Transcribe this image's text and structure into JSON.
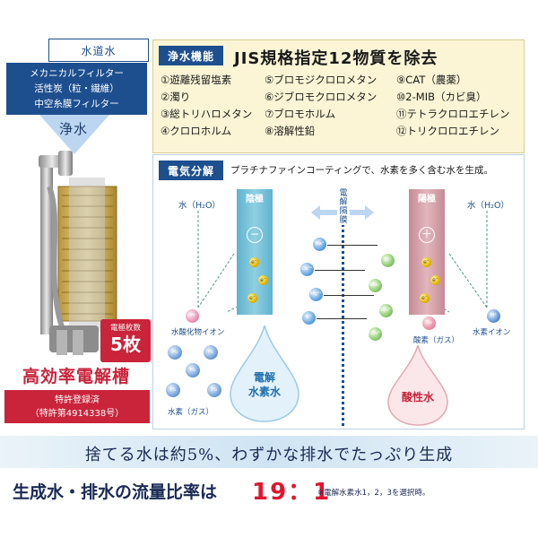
{
  "left": {
    "source_label": "水道水",
    "filters": [
      "メカニカルフィルター",
      "活性炭（粒・繊維）",
      "中空糸膜フィルター"
    ],
    "purified_label": "浄水",
    "electrode_count_label": "電極枚数",
    "electrode_count_value": "5枚",
    "cell_title": "高効率電解槽",
    "patent_line1": "特許登録済",
    "patent_line2": "（特許第4914338号）"
  },
  "jis": {
    "badge": "浄水機能",
    "title": "JIS規格指定12物質を除去",
    "items": [
      "①遊離残留塩素",
      "⑤ブロモジクロロメタン",
      "⑨CAT（農薬）",
      "②濁り",
      "⑥ジブロモクロロメタン",
      "⑩2-MIB（カビ臭）",
      "③総トリハロメタン",
      "⑦ブロモホルム",
      "⑪テトラクロロエチレン",
      "④クロロホルム",
      "⑧溶解性鉛",
      "⑫トリクロロエチレン"
    ]
  },
  "electrolysis": {
    "badge": "電気分解",
    "description": "プラチナファインコーティングで、水素を多く含む水を生成。",
    "water_left": "水（H₂O）",
    "water_right": "水（H₂O）",
    "cathode_label": "陰極",
    "cathode_sign": "−",
    "anode_label": "陽極",
    "anode_sign": "＋",
    "membrane_label": "電解隔膜",
    "electron": "e⁻",
    "cations": [
      "Na⁺",
      "Ca²⁺",
      "Mg²⁺",
      "K⁺"
    ],
    "anions": [
      "Cl⁻",
      "NO₃⁻",
      "SO₄²⁻",
      "CO₃²⁻"
    ],
    "oh_symbol": "OH⁻",
    "oh_label": "水酸化物イオン",
    "h2_symbol": "H₂",
    "h2_label": "水素（ガス）",
    "o2_symbol": "O₂",
    "o2_label": "酸素（ガス）",
    "hplus_symbol": "H⁺",
    "hplus_label": "水素イオン",
    "hydrogen_water_line1": "電解",
    "hydrogen_water_line2": "水素水",
    "acidic_water": "酸性水"
  },
  "bottom": {
    "headline": "捨てる水は約5%、わずかな排水でたっぷり生成",
    "ratio_label": "生成水・排水の流量比率は",
    "ratio_value": "19：1",
    "ratio_note": "※電解水素水1，2，3を選択時。"
  },
  "colors": {
    "navy": "#1d4f8f",
    "red": "#c9243a",
    "ratio_red": "#e0162f",
    "cathode": "#5fb2cf",
    "anode": "#c58b96",
    "panel_cream": "#fbf5d6"
  }
}
